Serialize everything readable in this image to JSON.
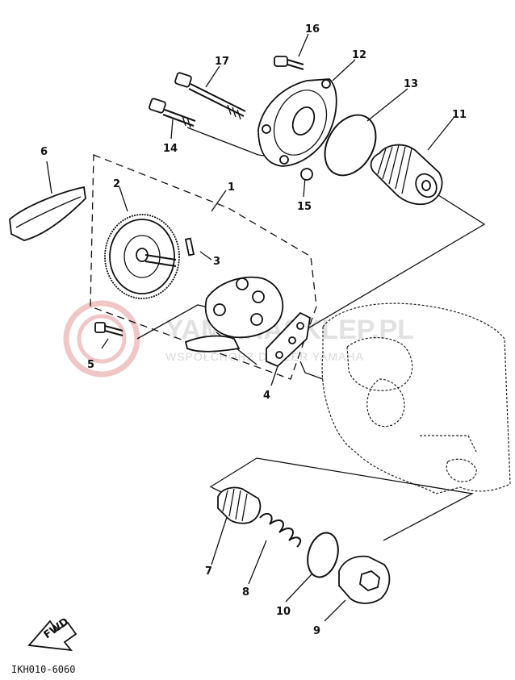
{
  "diagram": {
    "code": "IKH010-6060",
    "fwd_label": "FWD",
    "watermark": {
      "main": "YAMAHASKLEP.PL",
      "sub": "WSPÓŁCHORZ DEALER YAMAHA"
    },
    "callouts": [
      "1",
      "2",
      "3",
      "4",
      "5",
      "6",
      "7",
      "8",
      "9",
      "10",
      "11",
      "12",
      "13",
      "14",
      "15",
      "16",
      "17"
    ]
  },
  "colors": {
    "ink": "#111111",
    "watermark": "#e8a0a0"
  }
}
